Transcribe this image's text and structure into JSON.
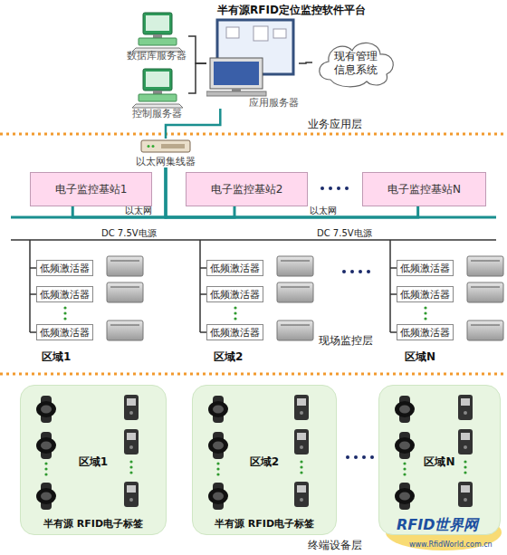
{
  "diagram": {
    "title": "半有源RFID定位监控软件平台",
    "nodes": [
      {
        "text": [
          "数据库服务器"
        ]
      },
      {
        "text": [
          "控制服务器"
        ]
      },
      {
        "text": [
          "应用服务器"
        ]
      },
      {
        "text": [
          "现有管理信息系统"
        ]
      },
      {
        "text": [
          "以太网集线器"
        ]
      },
      {
        "text": [
          "电子监控基站1"
        ]
      },
      {
        "text": [
          "电子监控基站2"
        ]
      },
      {
        "text": [
          "电子监控基站N"
        ]
      },
      {
        "text": [
          "低频激活器"
        ]
      },
      {
        "text": [
          "低频激活器"
        ]
      },
      {
        "text": [
          "低频激活器"
        ]
      },
      {
        "text": [
          "低频激活器"
        ]
      },
      {
        "text": [
          "低频激活器"
        ]
      },
      {
        "text": [
          "低频激活器"
        ]
      },
      {
        "text": [
          "低频激活器"
        ]
      },
      {
        "text": [
          "低频激活器"
        ]
      },
      {
        "text": [
          "低频激活器"
        ]
      },
      {
        "text": [
          "区域1",
          "半有源 RFID电子标签"
        ]
      },
      {
        "text": [
          "区域2",
          "半有源 RFID电子标签"
        ]
      },
      {
        "text": [
          "区域N"
        ]
      }
    ],
    "edges": [
      {
        "from": 0,
        "to": 2,
        "arrow": "none"
      },
      {
        "from": 1,
        "to": 2,
        "arrow": "none"
      },
      {
        "from": 2,
        "to": 3,
        "arrow": "none"
      },
      {
        "from": 2,
        "to": 4,
        "arrow": "none"
      },
      {
        "from": 4,
        "to": 5,
        "arrow": "none"
      },
      {
        "from": 4,
        "to": 6,
        "arrow": "none"
      },
      {
        "from": 4,
        "to": 7,
        "arrow": "none"
      }
    ],
    "labels": [
      "以太网",
      "以太网",
      "DC 7.5V电源",
      "DC 7.5V电源",
      "业务应用层",
      "现场监控层",
      "终端设备层",
      "区域1",
      "区域2",
      "区域N",
      "RFID世界网",
      "www.RfidWorld.com.cn"
    ]
  }
}
